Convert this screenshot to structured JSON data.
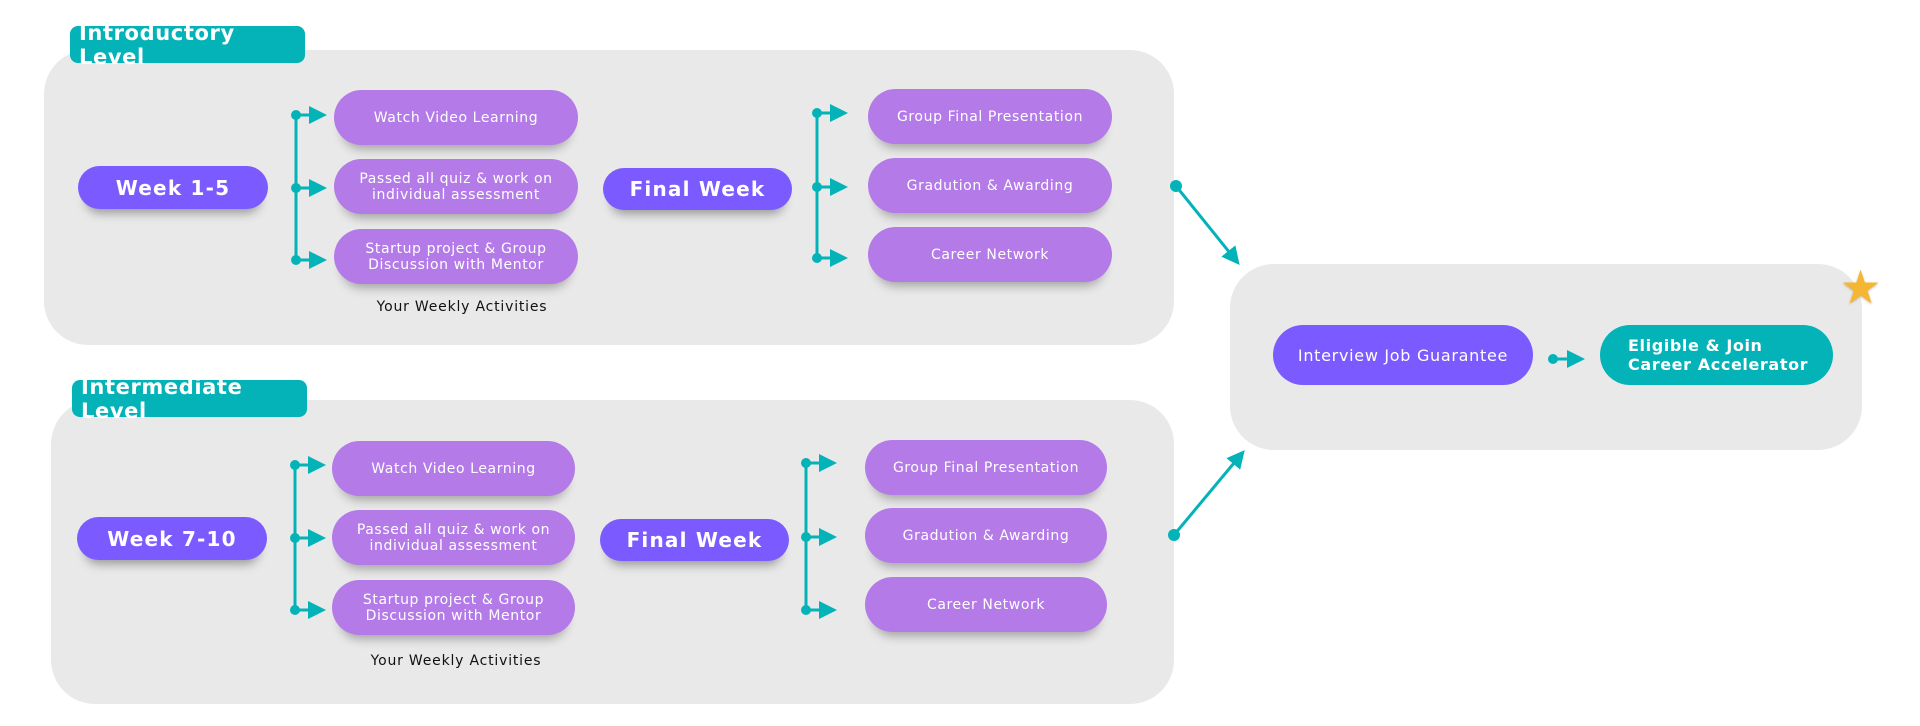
{
  "colors": {
    "purple": "#7b5bff",
    "lavender": "#b37ae8",
    "teal": "#03b3b8",
    "panel": "#e9e9e9",
    "star": "#f5b633"
  },
  "levels": [
    {
      "title": "Introductory Level",
      "week_label": "Week 1-5",
      "activities": [
        "Watch Video Learning",
        "Passed all quiz & work on\nindividual assessment",
        "Startup project & Group\nDiscussion with Mentor"
      ],
      "activities_caption": "Your Weekly Activities",
      "final_label": "Final Week",
      "final_activities": [
        "Group Final Presentation",
        "Gradution & Awarding",
        "Career Network"
      ]
    },
    {
      "title": "Intermediate Level",
      "week_label": "Week 7-10",
      "activities": [
        "Watch Video Learning",
        "Passed all quiz & work on\nindividual assessment",
        "Startup project & Group\nDiscussion with Mentor"
      ],
      "activities_caption": "Your Weekly Activities",
      "final_label": "Final Week",
      "final_activities": [
        "Group Final Presentation",
        "Gradution & Awarding",
        "Career Network"
      ]
    }
  ],
  "outcome": {
    "interview_label": "Interview Job Guarantee",
    "eligible_label": "Eligible & Join\nCareer Accelerator",
    "badge_icon": "star-icon"
  }
}
